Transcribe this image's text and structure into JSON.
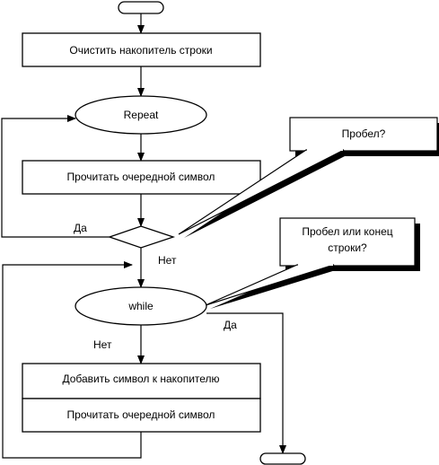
{
  "diagram": {
    "box_clear": "Очистить накопитель строки",
    "oval_repeat": "Repeat",
    "box_read_1": "Прочитать очередной символ",
    "callout_space": "Пробел?",
    "callout_space_or_end_line1": "Пробел или конец",
    "callout_space_or_end_line2": "строки?",
    "label_yes_repeat": "Да",
    "label_no_repeat": "Нет",
    "oval_while": "while",
    "label_yes_while": "Да",
    "label_no_while": "Нет",
    "box_add": "Добавить символ к накопителю",
    "box_read_2": "Прочитать очередной символ"
  },
  "colors": {
    "stroke": "#000000",
    "fill": "#ffffff",
    "shadow": "#000000"
  }
}
